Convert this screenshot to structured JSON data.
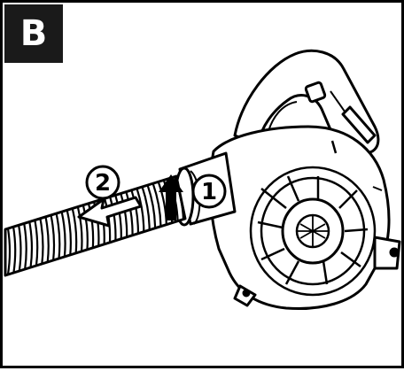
{
  "step_label": "B",
  "callouts": [
    {
      "number": "1",
      "meaning": "rotate-up"
    },
    {
      "number": "2",
      "meaning": "pull-left"
    }
  ],
  "colors": {
    "line": "#000000",
    "fill": "#ffffff",
    "badge": "#1a1a1a"
  }
}
